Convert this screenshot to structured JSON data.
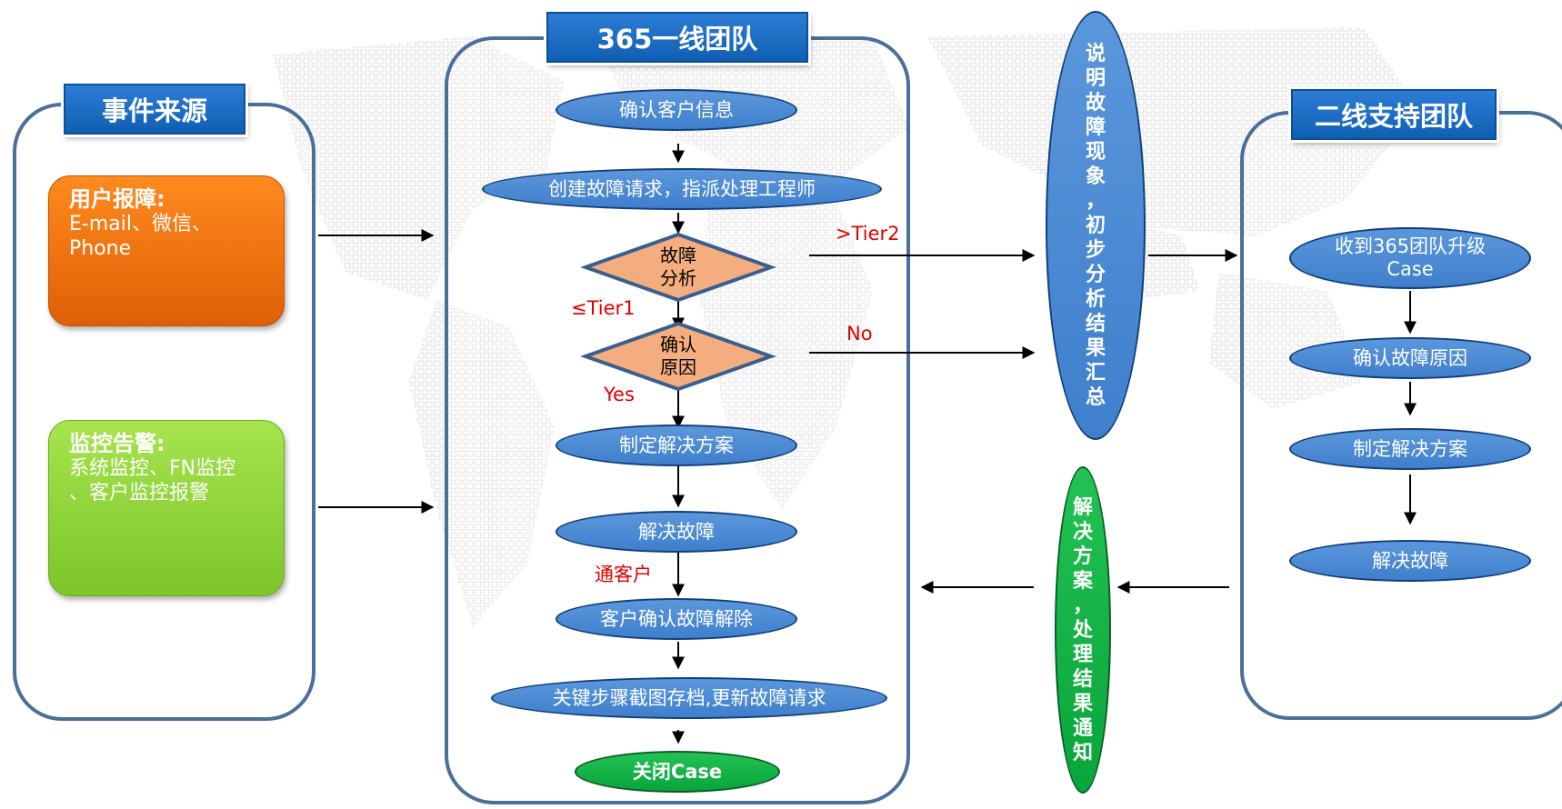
{
  "sources": {
    "title": "事件来源",
    "user_report": {
      "heading": "用户报障:",
      "lines": [
        "E-mail、微信、",
        "Phone"
      ]
    },
    "monitor_alert": {
      "heading": "监控告警:",
      "lines": [
        "系统监控、FN监控",
        "、客户监控报警"
      ]
    }
  },
  "tier1": {
    "title": "365一线团队",
    "steps": {
      "confirm_customer_info": "确认客户信息",
      "create_ticket": "创建故障请求，指派处理工程师",
      "fault_analysis": [
        "故障",
        "分析"
      ],
      "confirm_cause": [
        "确认",
        "原因"
      ],
      "make_solution": "制定解决方案",
      "resolve_fault": "解决故障",
      "customer_confirm": "客户确认故障解除",
      "archive": "关键步骤截图存档,更新故障请求",
      "close_case": "关闭Case"
    },
    "labels": {
      "gt_tier2": ">Tier2",
      "le_tier1": "≤Tier1",
      "no": "No",
      "yes": "Yes",
      "notify_customer": "通客户"
    }
  },
  "middle": {
    "explain_summary": [
      "说",
      "明",
      "故",
      "障",
      "现",
      "象",
      "，",
      "初",
      "步",
      "分",
      "析",
      "结",
      "果",
      "汇",
      "总"
    ],
    "solution_notify": [
      "解",
      "决",
      "方",
      "案",
      "，",
      "处",
      "理",
      "结",
      "果",
      "通",
      "知"
    ]
  },
  "tier2": {
    "title": "二线支持团队",
    "steps": {
      "receive_escalation": [
        "收到365团队升级",
        "Case"
      ],
      "confirm_cause": "确认故障原因",
      "make_solution": "制定解决方案",
      "resolve_fault": "解决故障"
    }
  },
  "colors": {
    "panel_border": "#4a6f9a",
    "title_blue": "#1a6cc5",
    "step_blue": "#4a8ad6",
    "diamond_fill": "#f4ad7e",
    "label_red": "#e00000",
    "close_green": "#11b142",
    "source_orange": "#f07412",
    "source_green": "#8fd63a",
    "middle_blue_oval": "#4d8ad2",
    "middle_green_oval": "#0faa40"
  }
}
